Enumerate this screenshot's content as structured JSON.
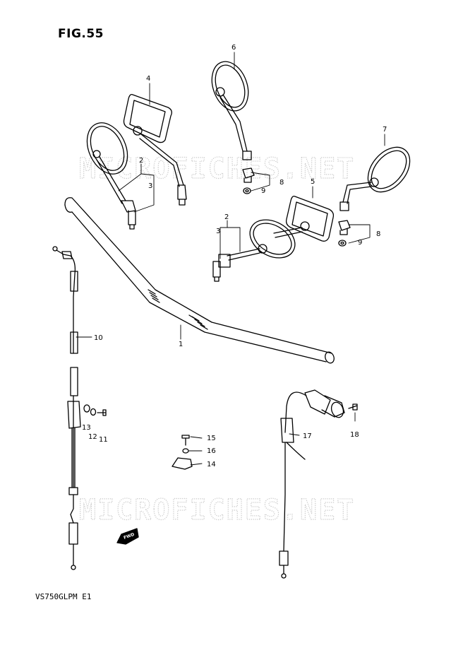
{
  "figure_title": "FIG.55",
  "model_code": "VS750GLPM E1",
  "watermark": "MICROFICHES.NET",
  "fwd_label": "FWD",
  "callouts": [
    {
      "id": "c1",
      "label": "1"
    },
    {
      "id": "c2a",
      "label": "2"
    },
    {
      "id": "c3a",
      "label": "3"
    },
    {
      "id": "c4",
      "label": "4"
    },
    {
      "id": "c6",
      "label": "6"
    },
    {
      "id": "c8a",
      "label": "8"
    },
    {
      "id": "c9a",
      "label": "9"
    },
    {
      "id": "c7",
      "label": "7"
    },
    {
      "id": "c5",
      "label": "5"
    },
    {
      "id": "c2b",
      "label": "2"
    },
    {
      "id": "c3b",
      "label": "3"
    },
    {
      "id": "c8b",
      "label": "8"
    },
    {
      "id": "c9b",
      "label": "9"
    },
    {
      "id": "c10",
      "label": "10"
    },
    {
      "id": "c13",
      "label": "13"
    },
    {
      "id": "c12",
      "label": "12"
    },
    {
      "id": "c11",
      "label": "11"
    },
    {
      "id": "c15",
      "label": "15"
    },
    {
      "id": "c16",
      "label": "16"
    },
    {
      "id": "c14",
      "label": "14"
    },
    {
      "id": "c17",
      "label": "17"
    },
    {
      "id": "c18",
      "label": "18"
    }
  ]
}
